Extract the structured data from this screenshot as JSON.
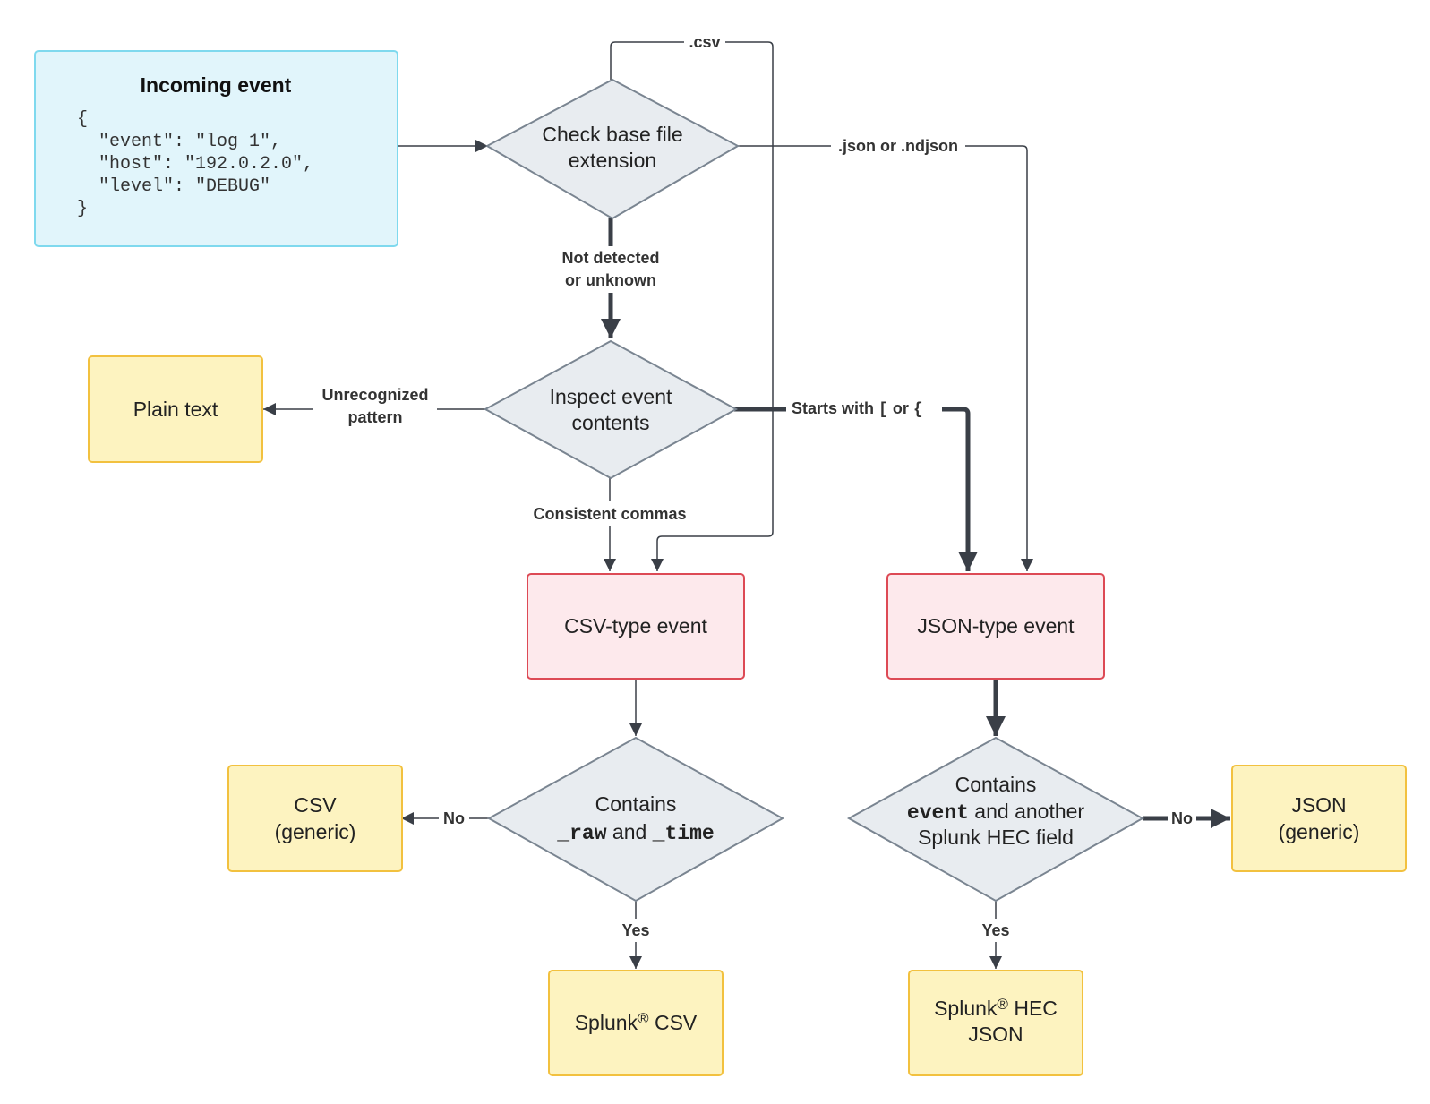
{
  "colors": {
    "input_fill": "#e1f5fb",
    "input_stroke": "#7fd9ee",
    "decision_fill": "#e8ecf0",
    "decision_stroke": "#7a8591",
    "process_fill": "#fde9ec",
    "process_stroke": "#dd4a55",
    "output_fill": "#fdf3c0",
    "output_stroke": "#f2c13f",
    "line": "#3a3f47"
  },
  "incoming_event": {
    "title": "Incoming event",
    "lines": [
      "{",
      "  \"event\": \"log 1\",",
      "  \"host\": \"192.0.2.0\",",
      "  \"level\": \"DEBUG\"",
      "}"
    ]
  },
  "check_extension": {
    "line1": "Check base file",
    "line2": "extension"
  },
  "inspect_contents": {
    "line1": "Inspect event",
    "line2": "contents"
  },
  "plain_text": "Plain text",
  "csv_type_event": "CSV-type event",
  "json_type_event": "JSON-type event",
  "csv_condition": {
    "line1": "Contains",
    "code1": "_raw",
    "and": " and ",
    "code2": "_time"
  },
  "json_condition": {
    "code": "event",
    "line1": "Contains",
    "line2_rest": " and another",
    "line3": "Splunk HEC field"
  },
  "csv_generic": {
    "line1": "CSV",
    "line2": "(generic)"
  },
  "json_generic": {
    "line1": "JSON",
    "line2": "(generic)"
  },
  "splunk_csv": {
    "text": "Splunk",
    "reg": "®",
    "rest": " CSV"
  },
  "splunk_hec": {
    "text": "Splunk",
    "reg": "®",
    "rest": " HEC",
    "line2": "JSON"
  },
  "edges": {
    "csv_ext": ".csv",
    "json_ext": ".json or .ndjson",
    "not_detected_1": "Not detected",
    "not_detected_2": "or unknown",
    "unrecognized_1": "Unrecognized",
    "unrecognized_2": "pattern",
    "starts_with_prefix": "Starts with ",
    "bracket": "[",
    "or": " or ",
    "brace": "{",
    "consistent_commas": "Consistent commas",
    "csv_no": "No",
    "csv_yes": "Yes",
    "json_no": "No",
    "json_yes": "Yes"
  }
}
